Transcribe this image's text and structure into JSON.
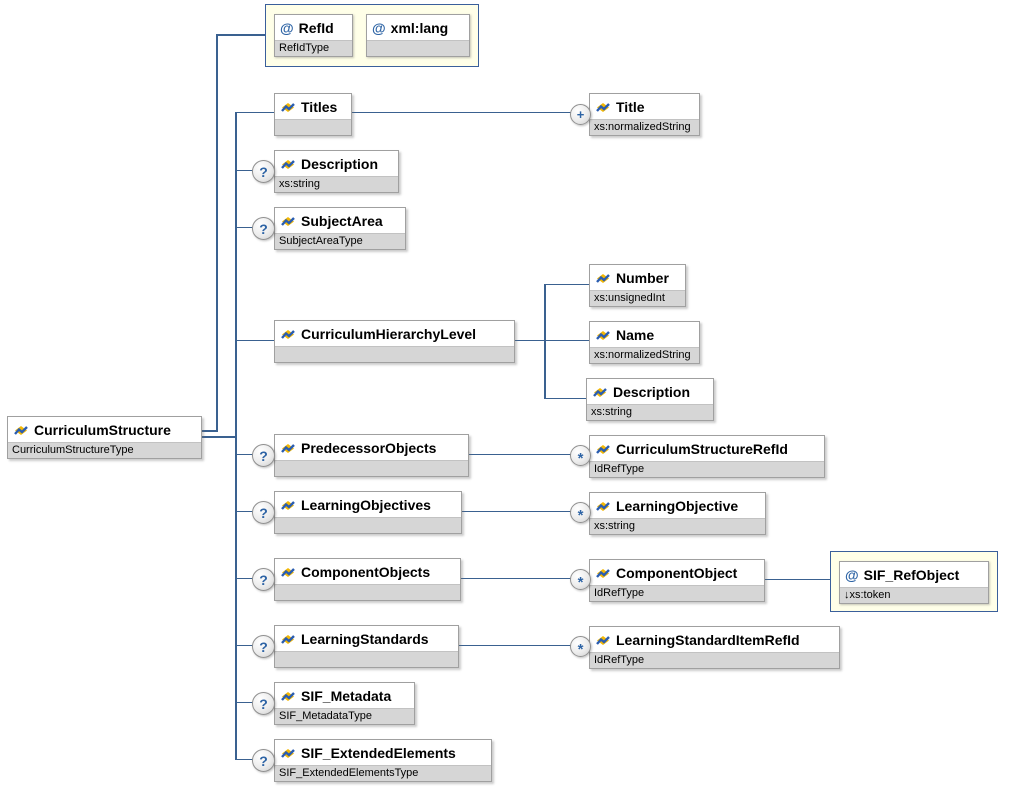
{
  "colors": {
    "connector": "#3A6190",
    "boxBorder": "#A0A0A0",
    "subtitleBg": "#D6D6D6",
    "attrBg": "#FFFFE8",
    "attrBorder": "#3A5F9B",
    "symbolBlue": "#2E64A5"
  },
  "symbols": {
    "attribute": "@",
    "optional": "?",
    "repeat_plus": "+",
    "repeat_star": "*"
  },
  "nodes": {
    "root": {
      "label": "CurriculumStructure",
      "type": "CurriculumStructureType"
    },
    "refid": {
      "label": "RefId",
      "type": "RefIdType"
    },
    "xmllang": {
      "label": "xml:lang",
      "type": ""
    },
    "titles": {
      "label": "Titles",
      "type": ""
    },
    "title": {
      "label": "Title",
      "type": "xs:normalizedString"
    },
    "description": {
      "label": "Description",
      "type": "xs:string"
    },
    "subjectarea": {
      "label": "SubjectArea",
      "type": "SubjectAreaType"
    },
    "hierarchylevel": {
      "label": "CurriculumHierarchyLevel",
      "type": ""
    },
    "number": {
      "label": "Number",
      "type": "xs:unsignedInt"
    },
    "name": {
      "label": "Name",
      "type": "xs:normalizedString"
    },
    "hldescription": {
      "label": "Description",
      "type": "xs:string"
    },
    "predecessorobjects": {
      "label": "PredecessorObjects",
      "type": ""
    },
    "curriculumstructurerefid": {
      "label": "CurriculumStructureRefId",
      "type": "IdRefType"
    },
    "learningobjectives": {
      "label": "LearningObjectives",
      "type": ""
    },
    "learningobjective": {
      "label": "LearningObjective",
      "type": "xs:string"
    },
    "componentobjects": {
      "label": "ComponentObjects",
      "type": ""
    },
    "componentobject": {
      "label": "ComponentObject",
      "type": "IdRefType"
    },
    "sifrefobject": {
      "label": "SIF_RefObject",
      "type": "↓xs:token"
    },
    "learningstandards": {
      "label": "LearningStandards",
      "type": ""
    },
    "learningstandarditemrefid": {
      "label": "LearningStandardItemRefId",
      "type": "IdRefType"
    },
    "sifmetadata": {
      "label": "SIF_Metadata",
      "type": "SIF_MetadataType"
    },
    "sifextendedelements": {
      "label": "SIF_ExtendedElements",
      "type": "SIF_ExtendedElementsType"
    }
  }
}
